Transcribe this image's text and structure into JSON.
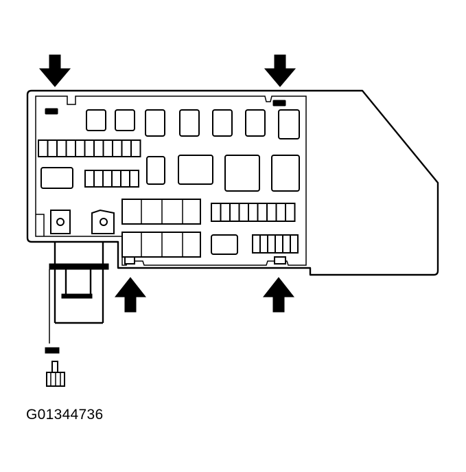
{
  "figure": {
    "id": "G01344736"
  },
  "colors": {
    "ink": "#000000",
    "paper": "#ffffff"
  },
  "diagram": {
    "subject": "fuse-relay-box",
    "arrows": [
      {
        "name": "arrow-top-left",
        "direction": "down"
      },
      {
        "name": "arrow-top-right",
        "direction": "down"
      },
      {
        "name": "arrow-bottom-left",
        "direction": "up"
      },
      {
        "name": "arrow-bottom-right",
        "direction": "up"
      }
    ]
  }
}
